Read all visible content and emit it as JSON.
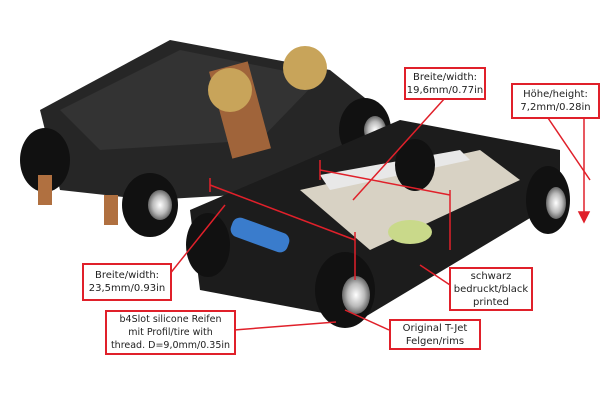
{
  "annotations": {
    "width_top": "Breite/width:\n19,6mm/0.77in",
    "height": "Höhe/height:\n7,2mm/0.28in",
    "width_bottom": "Breite/width:\n23,5mm/0.93in",
    "color": "schwarz\nbedruckt/black\nprinted",
    "tires": "b4Slot silicone Reifen\nmit Profil/tire with\nthread. D=9,0mm/0.35in",
    "rims": "Original T-Jet\nFelgen/rims"
  },
  "colors": {
    "annotation": "#e0202a",
    "chassis": "#1c1c1c",
    "gear": "#c8a45a",
    "copper": "#a0643a"
  }
}
